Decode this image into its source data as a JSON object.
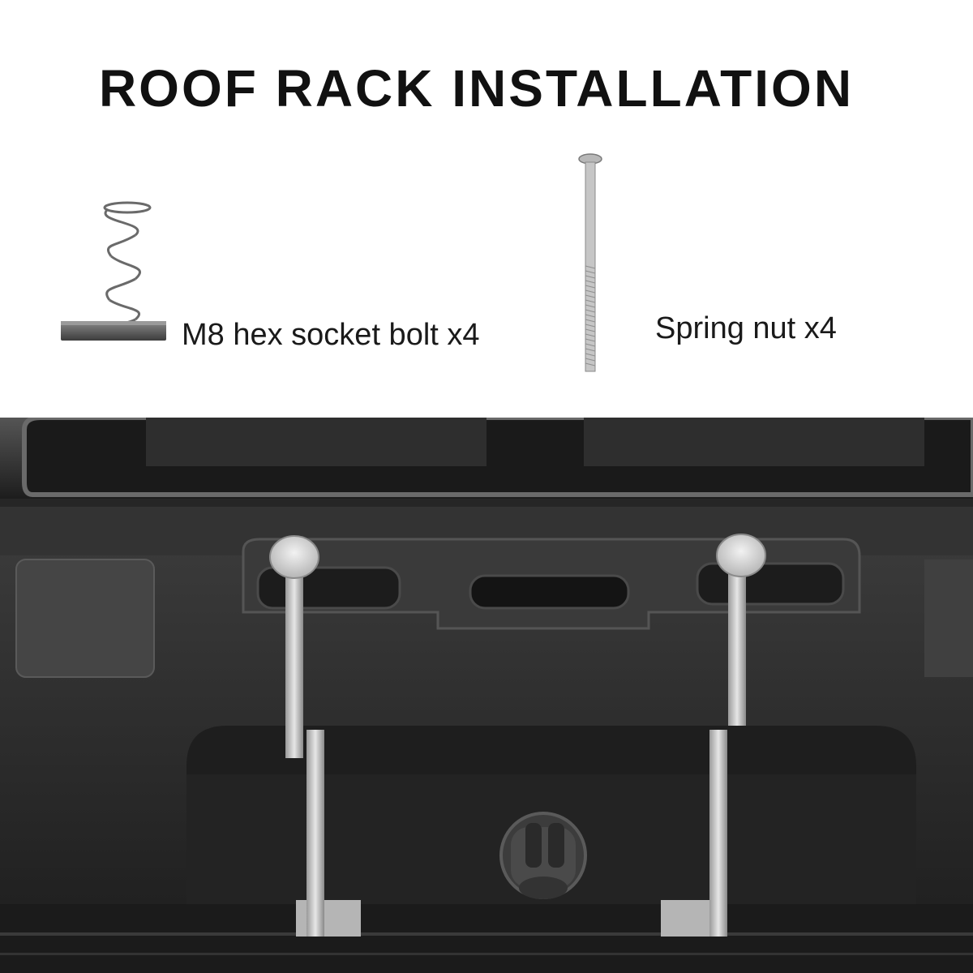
{
  "title": "ROOF RACK INSTALLATION",
  "parts": {
    "left_label": "M8 hex socket bolt x4",
    "right_label": "Spring nut x4"
  },
  "icons": {
    "spring_nut": "spring-nut-illustration",
    "bolt": "hex-socket-bolt-illustration",
    "photo": "installation-photo"
  }
}
